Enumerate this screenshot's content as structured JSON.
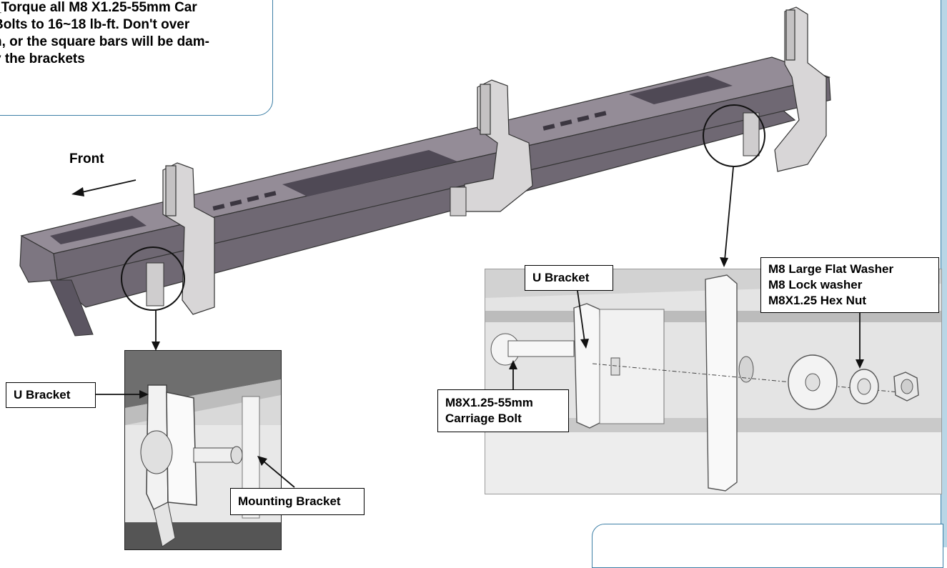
{
  "note": {
    "lines": [
      "_Torque all M8 X1.25-55mm Car",
      "Bolts to 16~18 lb-ft. Don't over",
      "n, or the square bars will be dam-",
      "y the brackets"
    ]
  },
  "labels": {
    "front": "Front",
    "u_bracket_left": "U Bracket",
    "mounting_bracket": "Mounting Bracket",
    "u_bracket_right": "U Bracket",
    "carriage_bolt_line1": "M8X1.25-55mm",
    "carriage_bolt_line2": "Carriage Bolt",
    "hardware_line1": "M8 Large Flat Washer",
    "hardware_line2": "M8 Lock washer",
    "hardware_line3": "M8X1.25 Hex Nut"
  },
  "colors": {
    "frame_top": "#948c97",
    "frame_side": "#6f6873",
    "frame_dark": "#4f4955",
    "bracket": "#d8d6d7",
    "accent_border": "#3d7fa6",
    "strip": "#b9d6e6"
  }
}
